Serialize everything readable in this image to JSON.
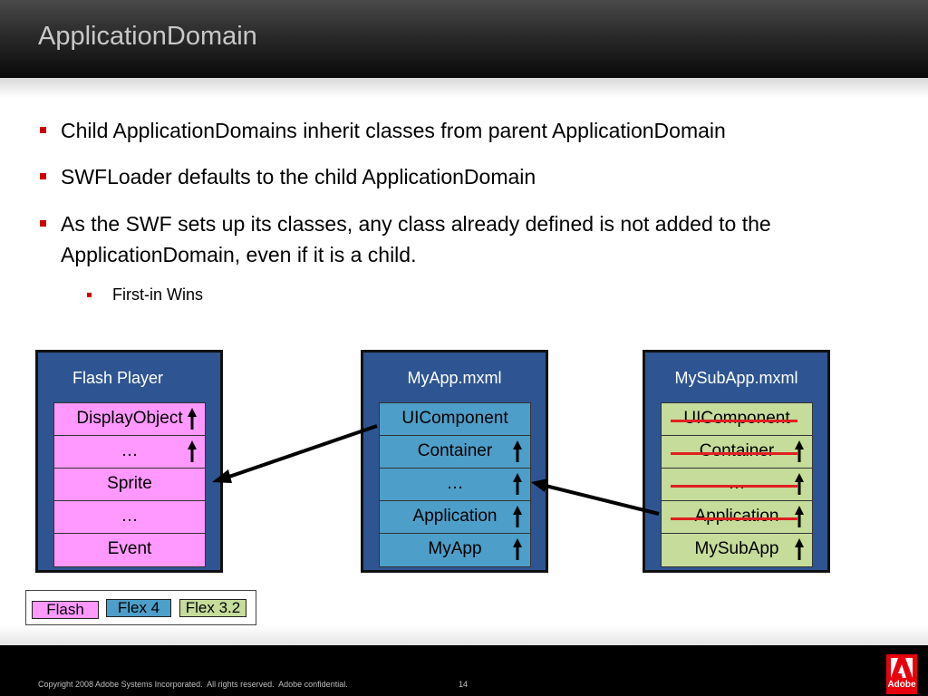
{
  "title": "ApplicationDomain",
  "bullets": [
    "Child ApplicationDomains inherit classes from parent ApplicationDomain",
    "SWFLoader defaults to the child ApplicationDomain",
    "As the SWF sets up its classes, any class already defined is not added to the ApplicationDomain, even if it is a child."
  ],
  "sub_bullets": [
    "First-in Wins"
  ],
  "panels": {
    "flash_player": {
      "label": "Flash Player",
      "color": "#ff99ff",
      "cells": [
        "DisplayObject",
        "…",
        "Sprite",
        "…",
        "Event"
      ]
    },
    "myapp": {
      "label": "MyApp.mxml",
      "color": "#4d9ec8",
      "cells": [
        "UIComponent",
        "Container",
        "…",
        "Application",
        "MyApp"
      ]
    },
    "mysubapp": {
      "label": "MySubApp.mxml",
      "color": "#c5dc9a",
      "cells": [
        "UIComponent",
        "Container",
        "…",
        "Application",
        "MySubApp"
      ]
    }
  },
  "legend": [
    {
      "label": "Flash",
      "color": "#ff99ff"
    },
    {
      "label": "Flex 4",
      "color": "#4d9ec8"
    },
    {
      "label": "Flex 3.2",
      "color": "#c5dc9a"
    }
  ],
  "footer": {
    "copyright": "Copyright 2008 Adobe Systems Incorporated.  All rights reserved.  Adobe confidential.",
    "page_number": "14",
    "logo_text": "Adobe"
  },
  "colors": {
    "panel_background": "#2e5591",
    "bullet_marker": "#cc0000",
    "strike_line": "#e02020",
    "logo_red": "#e8000d"
  }
}
